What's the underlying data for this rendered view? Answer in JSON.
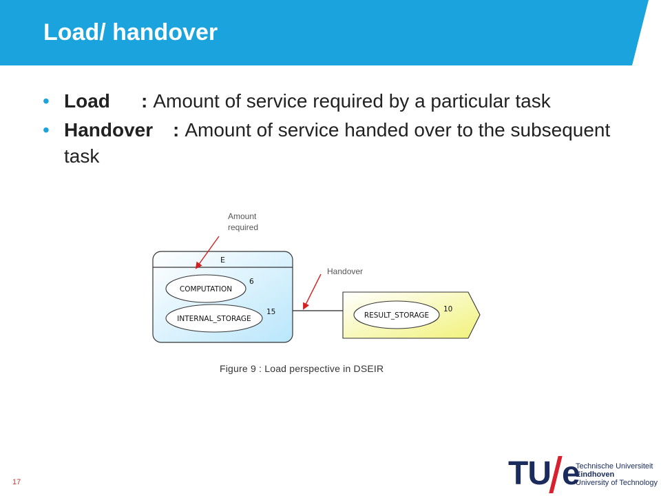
{
  "slide": {
    "title": "Load/ handover",
    "page_number": "17",
    "accent_color": "#1aa3dc"
  },
  "bullets": [
    {
      "term": "Load",
      "separator": ":",
      "text": "Amount of service required by a particular task"
    },
    {
      "term": "Handover",
      "separator": ":",
      "text": "Amount of service handed over to the subsequent task"
    }
  ],
  "diagram": {
    "task_name": "E",
    "loads": [
      {
        "name": "COMPUTATION",
        "value": "6"
      },
      {
        "name": "INTERNAL_STORAGE",
        "value": "15"
      }
    ],
    "handover": {
      "name": "RESULT_STORAGE",
      "value": "10"
    },
    "annotations": {
      "amount_required_line1": "Amount",
      "amount_required_line2": "required",
      "handover": "Handover"
    },
    "caption": "Figure 9 : Load perspective in DSEIR"
  },
  "logo": {
    "mark": "TU",
    "mark_e": "e",
    "line1": "Technische Universiteit",
    "line2": "Eindhoven",
    "line3": "University of Technology"
  }
}
